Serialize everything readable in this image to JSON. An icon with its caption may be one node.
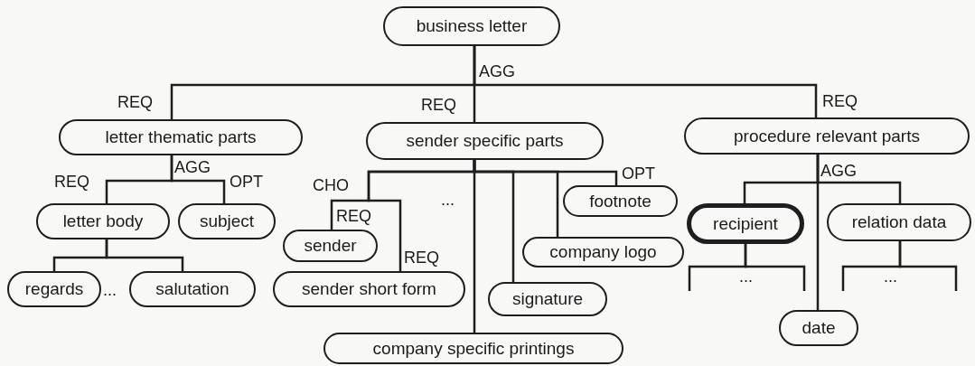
{
  "diagram": {
    "nodes": [
      {
        "text": [
          "business letter"
        ]
      },
      {
        "text": [
          "letter thematic parts"
        ]
      },
      {
        "text": [
          "sender specific parts"
        ]
      },
      {
        "text": [
          "procedure relevant parts"
        ]
      },
      {
        "text": [
          "letter body"
        ]
      },
      {
        "text": [
          "subject"
        ]
      },
      {
        "text": [
          "regards"
        ]
      },
      {
        "text": [
          "salutation"
        ]
      },
      {
        "text": [
          "sender"
        ]
      },
      {
        "text": [
          "sender short form"
        ]
      },
      {
        "text": [
          "footnote"
        ]
      },
      {
        "text": [
          "company logo"
        ]
      },
      {
        "text": [
          "signature"
        ]
      },
      {
        "text": [
          "company specific printings"
        ]
      },
      {
        "text": [
          "recipient"
        ]
      },
      {
        "text": [
          "relation data"
        ]
      },
      {
        "text": [
          "date"
        ]
      }
    ],
    "edges": [
      {
        "from": 0,
        "to": 1,
        "arrow": "none",
        "label": "REQ"
      },
      {
        "from": 0,
        "to": 2,
        "arrow": "none",
        "label": "REQ"
      },
      {
        "from": 0,
        "to": 3,
        "arrow": "none",
        "label": "REQ"
      },
      {
        "from": 1,
        "to": 4,
        "arrow": "none",
        "label": "REQ"
      },
      {
        "from": 1,
        "to": 5,
        "arrow": "none",
        "label": "OPT"
      },
      {
        "from": 4,
        "to": 6,
        "arrow": "none"
      },
      {
        "from": 4,
        "to": 7,
        "arrow": "none"
      },
      {
        "from": 2,
        "to": 8,
        "arrow": "none",
        "label": "REQ"
      },
      {
        "from": 2,
        "to": 9,
        "arrow": "none",
        "label": "REQ"
      },
      {
        "from": 2,
        "to": 10,
        "arrow": "none",
        "label": "OPT"
      },
      {
        "from": 2,
        "to": 11,
        "arrow": "none"
      },
      {
        "from": 2,
        "to": 12,
        "arrow": "none"
      },
      {
        "from": 2,
        "to": 13,
        "arrow": "none"
      },
      {
        "from": 3,
        "to": 14,
        "arrow": "none"
      },
      {
        "from": 3,
        "to": 15,
        "arrow": "none"
      },
      {
        "from": 3,
        "to": 16,
        "arrow": "none"
      },
      {
        "from": 14,
        "to": null,
        "arrow": "none"
      },
      {
        "from": 14,
        "to": null,
        "arrow": "none"
      },
      {
        "from": 15,
        "to": null,
        "arrow": "none"
      },
      {
        "from": 15,
        "to": null,
        "arrow": "none"
      }
    ],
    "labels": [
      "AGG",
      "AGG",
      "CHO",
      "...",
      "...",
      "AGG",
      "...",
      "..."
    ]
  }
}
